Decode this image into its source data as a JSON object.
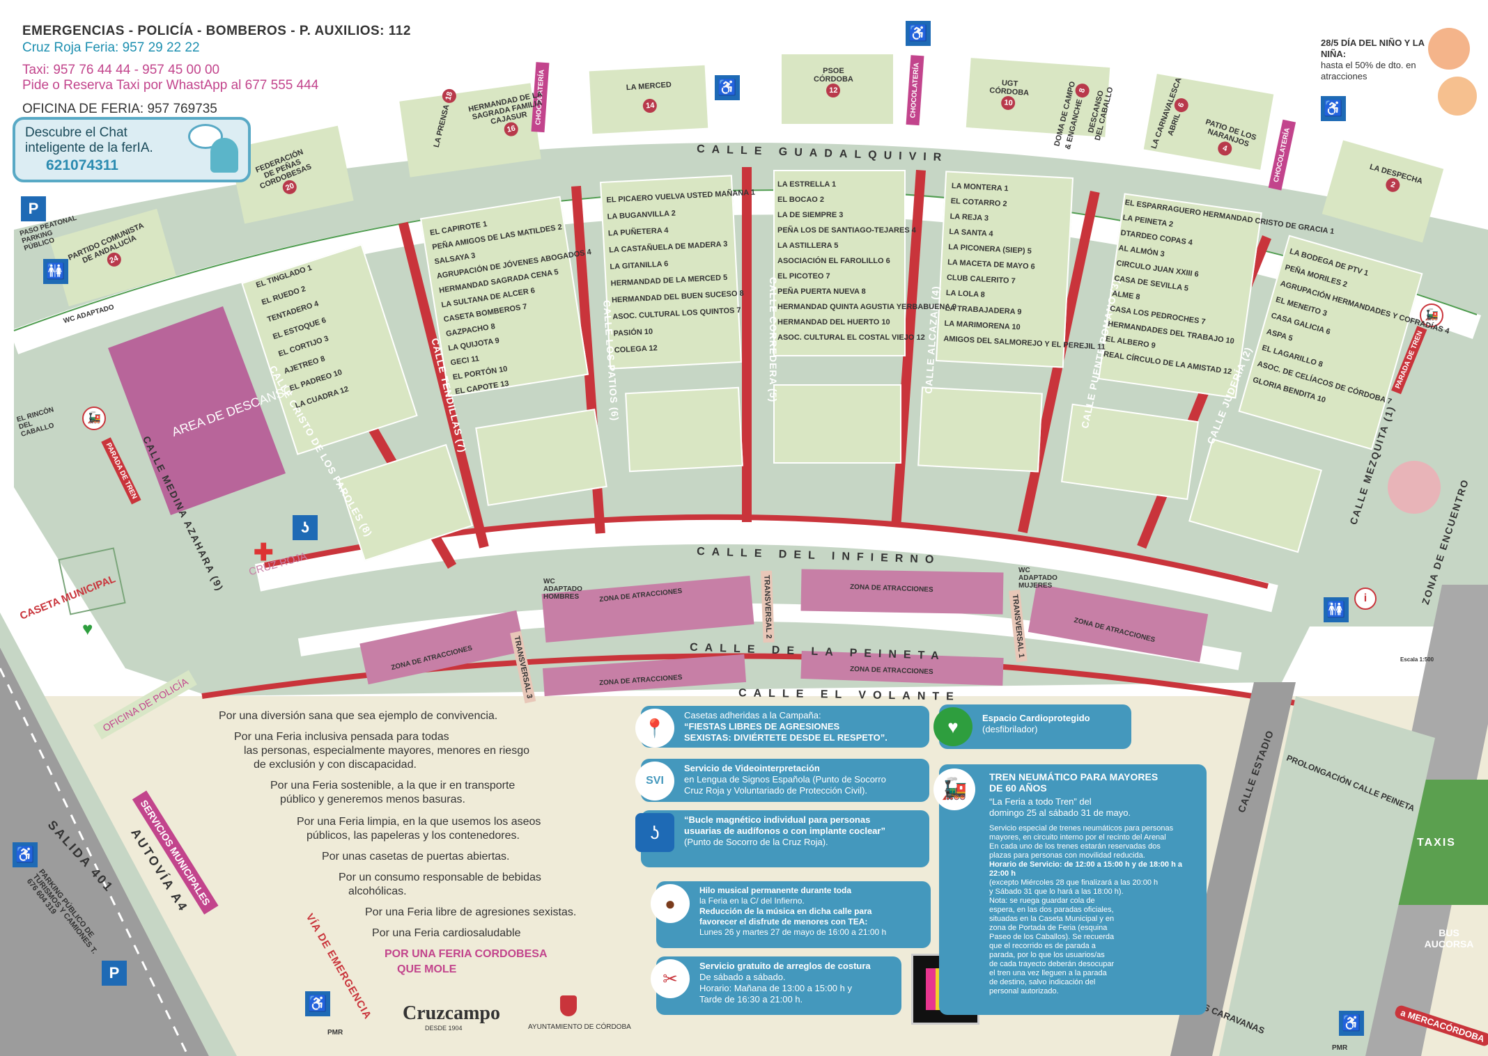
{
  "header": {
    "emergencies": "EMERGENCIAS - POLICÍA - BOMBEROS - P. AUXILIOS:  112",
    "cruz_roja": "Cruz Roja Feria:  957 29 22 22",
    "taxi": "Taxi:  957 76 44 44 - 957 45 00 00",
    "taxi_whatsapp": "Pide o Reserva Taxi por WhastApp al 677 555 444",
    "oficina": "OFICINA DE FERIA: 957 769735",
    "chat_line1": "Descubre el Chat",
    "chat_line2": "inteligente de la ferIA.",
    "chat_number": "621074311"
  },
  "promo": {
    "title": "28/5 DÍA DEL NIÑO Y LA NIÑA:",
    "text": "hasta el 50% de dto. en atracciones"
  },
  "streets": {
    "guadalquivir": "CALLE GUADALQUIVIR",
    "infierno": "CALLE DEL INFIERNO",
    "peineta": "CALLE DE LA PEINETA",
    "volante": "CALLE EL VOLANTE",
    "cristo": "CALLE CRISTO DE LOS FAROLES (8)",
    "tendillas": "CALLE TENDILLAS (7)",
    "patios": "CALLE LOS PATIOS (6)",
    "corredera": "CALLE CORREDERA (5)",
    "alcazar": "CALLE ALCAZAR (4)",
    "puente": "CALLE PUENTE ROMANO (3)",
    "juderia": "CALLE JUDERÍA (2)",
    "mezquita": "CALLE MEZQUITA (1)",
    "medina": "CALLE MEDINA AZAHARA (9)",
    "encuentro": "ZONA DE ENCUENTRO",
    "estadio": "CALLE ESTADIO",
    "prolongacion": "PROLONGACIÓN CALLE PEINETA",
    "transversal1": "TRANSVERSAL 1",
    "transversal2": "TRANSVERSAL 2",
    "transversal3": "TRANSVERSAL 3",
    "via_emergencia": "VÍA DE EMERGENCIA",
    "salida": "SALIDA 401",
    "autovia": "AUTOVÍA A4"
  },
  "areas": {
    "descanso": "AREA DE DESCANSO",
    "cruz_roja": "CRUZ ROJA",
    "caseta_municipal": "CASETA MUNICIPAL",
    "oficina_policia": "OFICINA DE POLICÍA",
    "servicios": "SERVICIOS MUNICIPALES",
    "atracciones": "ZONA DE ATRACCIONES",
    "taxis": "TAXIS",
    "bus": "BUS AUCORSA",
    "aparcamientos": "APARCAMIENTOS CARAVANAS FERIANTES",
    "parking_peatonal": "PASO PEATONAL PARKING PÚBLICO",
    "parking_camiones": "PARKING PÚBLICO DE TURISMOS Y CAMIONES T. 676 604 319",
    "wc_adaptado": "WC ADAPTADO",
    "wc_hombres": "WC ADAPTADO HOMBRES",
    "wc_mujeres": "WC ADAPTADO MUJERES",
    "rincon": "EL RINCÓN DEL CABALLO",
    "parada_tren": "PARADA DE TREN",
    "chocolateria": "CHOCOLATERÍA",
    "pmr": "PMR",
    "mercacordoba": "a MERCACÓRDOBA",
    "escala": "Escala 1:500"
  },
  "casetas_top": [
    {
      "name": "PARTIDO COMUNISTA DE ANDALUCÍA",
      "num": "24"
    },
    {
      "name": "FEDERACIÓN DE PEÑAS CORDOBESAS",
      "num": "20"
    },
    {
      "name": "LA PRENSA",
      "num": "18"
    },
    {
      "name": "HERMANDAD DE LA SAGRADA FAMILIA CAJASUR",
      "num": "16"
    },
    {
      "name": "LA MERCED",
      "num": "14"
    },
    {
      "name": "PSOE CÓRDOBA",
      "num": "12"
    },
    {
      "name": "UGT CÓRDOBA",
      "num": "10"
    },
    {
      "name": "DOMA DE CAMPO & ENGANCHE",
      "num": "8"
    },
    {
      "name": "DESCANSO DEL CABALLO",
      "num": ""
    },
    {
      "name": "LA CARNAVALESCA ABRIL",
      "num": "6"
    },
    {
      "name": "PATIO DE LOS NARANJOS",
      "num": "4"
    },
    {
      "name": "LA DESPECHA",
      "num": "2"
    }
  ],
  "blocks": {
    "b8": [
      "EL TINGLADO 1",
      "EL RUEDO 2",
      "TENTADERO 4",
      "EL ESTOQUE 6",
      "EL CORTIJO 3",
      "AJETREO 8",
      "EL PADREO 10",
      "LA CUADRA 12"
    ],
    "b7": [
      "EL CAPIROTE 1",
      "PEÑA AMIGOS DE LAS MATILDES 2",
      "SALSAYA 3",
      "AGRUPACIÓN DE JÓVENES ABOGADOS 4",
      "HERMANDAD SAGRADA CENA 5",
      "LA SULTANA DE ALCER 6",
      "CASETA BOMBEROS 7",
      "GAZPACHO 8",
      "LA QUIJOTA 9",
      "GECI 11",
      "EL PORTÓN 10",
      "EL CAPOTE 13"
    ],
    "b6": [
      "EL PICAERO VUELVA USTED MAÑANA 1",
      "LA BUGANVILLA 2",
      "LA PUÑETERA 4",
      "LA CASTAÑUELA DE MADERA 3",
      "LA GITANILLA 6",
      "HERMANDAD DE LA MERCED 5",
      "HERMANDAD DEL BUEN SUCESO 8",
      "ASOC. CULTURAL LOS QUINTOS 7",
      "PASIÓN 10",
      "COLEGA 12"
    ],
    "b5": [
      "LA ESTRELLA 1",
      "EL BOCAO 2",
      "LA DE SIEMPRE 3",
      "PEÑA LOS DE SANTIAGO-TEJARES 4",
      "LA ASTILLERA 5",
      "ASOCIACIÓN EL FAROLILLO 6",
      "EL PICOTEO 7",
      "PEÑA PUERTA NUEVA 8",
      "HERMANDAD QUINTA AGUSTIA YERBABUENA 9",
      "HERMANDAD DEL HUERTO 10",
      "ASOC. CULTURAL EL COSTAL VIEJO 12"
    ],
    "b4": [
      "LA MONTERA 1",
      "EL COTARRO 2",
      "LA REJA 3",
      "LA SANTA 4",
      "LA PICONERA (SIEP) 5",
      "LA MACETA DE MAYO 6",
      "CLUB CALERITO 7",
      "LA LOLA 8",
      "LA TRABAJADERA 9",
      "LA MARIMORENA 10",
      "AMIGOS DEL SALMOREJO Y EL PEREJIL 11"
    ],
    "b3": [
      "EL ESPARRAGUERO HERMANDAD CRISTO DE GRACIA 1",
      "LA PEINETA 2",
      "DTARDEO COPAS 4",
      "AL ALMÓN 3",
      "CIRCULO JUAN XXIII 6",
      "CASA DE SEVILLA 5",
      "ALME 8",
      "CASA LOS PEDROCHES 7",
      "HERMANDADES DEL TRABAJO 10",
      "EL ALBERO 9",
      "REAL CÍRCULO DE LA AMISTAD 12"
    ],
    "b2": [
      "LA BODEGA DE PTV 1",
      "PEÑA MORILES 2",
      "AGRUPACIÓN HERMANDADES Y COFRADÍAS 4",
      "EL MENEITO 3",
      "CASA GALICIA 6",
      "ASPA 5",
      "EL LAGARILLO 8",
      "ASOC. DE CELÍACOS DE CÓRDOBA 7",
      "GLORIA BENDITA 10"
    ]
  },
  "values": [
    "Por una diversión sana que sea ejemplo de convivencia.",
    "Por una Feria inclusiva pensada para todas",
    "las personas, especialmente mayores, menores en riesgo",
    "de exclusión y con discapacidad.",
    "Por una Feria sostenible, a la que ir en transporte",
    "público y generemos menos basuras.",
    "Por una Feria limpia, en la que usemos los aseos",
    "públicos, las papeleras y los contenedores.",
    "Por unas casetas de puertas abiertas.",
    "Por un consumo responsable de bebidas",
    "alcohólicas.",
    "Por una Feria libre de agresiones sexistas.",
    "Por una Feria cardiosaludable",
    "POR UNA FERIA CORDOBESA",
    "QUE MOLE"
  ],
  "logos": {
    "cruzcampo": "Cruzcampo",
    "cruzcampo_sub": "DESDE 1904",
    "ayuntamiento": "AYUNTAMIENTO DE CÓRDOBA"
  },
  "legend": {
    "campana_a": "Casetas adheridas a la Campaña:",
    "campana_b": "“FIESTAS LIBRES DE AGRESIONES",
    "campana_c": "SEXISTAS: DIVIÉRTETE DESDE EL RESPETO”.",
    "video_title": "Servicio de Videointerpretación",
    "video_a": "en Lengua de Signos Española (Punto de Socorro",
    "video_b": "Cruz Roja y Voluntariado de Protección Civil).",
    "bucle_a": "“Bucle magnético individual para personas",
    "bucle_b": "usuarias de audífonos o con implante coclear”",
    "bucle_c": "(Punto de Socorro de la Cruz Roja).",
    "hilo_title": "Hilo musical permanente durante toda",
    "hilo_a": "la Feria en la C/ del Infierno.",
    "hilo_b": "Reducción de la música en dicha calle para",
    "hilo_c": "favorecer el disfrute de menores con TEA:",
    "hilo_d": "Lunes 26 y martes 27 de mayo de 16:00 a 21:00 h",
    "costura_title": "Servicio gratuito de arreglos de costura",
    "costura_a": "De sábado a sábado.",
    "costura_b": "Horario: Mañana de 13:00 a 15:00 h y",
    "costura_c": "Tarde de 16:30 a 21:00 h.",
    "cardio_title": "Espacio Cardioprotegido",
    "cardio_sub": "(desfibrilador)",
    "tren_title_a": "TREN NEUMÁTICO PARA MAYORES",
    "tren_title_b": "DE 60 AÑOS",
    "tren_sub_a": "“La Feria a todo Tren” del",
    "tren_sub_b": "domingo 25 al sábado 31 de mayo.",
    "tren_body": [
      "Servicio especial de trenes neumáticos para personas",
      "mayores, en circuito interno por el recinto del Arenal",
      "En cada uno de los trenes estarán reservadas dos",
      "plazas para personas con movilidad reducida.",
      "Horario de Servicio: de 12:00 a 15:00 h y de 18:00 h a 22:00 h",
      "(excepto Miércoles 28 que finalizará a las 20:00 h",
      "y Sábado 31 que lo hará a las 18:00 h).",
      "Nota: se ruega guardar cola de",
      "espera, en las dos paradas oficiales,",
      "situadas en la Caseta Municipal y en",
      "zona de Portada de Feria (esquina",
      "Paseo de los Caballos). Se recuerda",
      "que el recorrido es de parada a",
      "parada, por lo que los usuarios/as",
      "de cada trayecto deberán desocupar",
      "el tren una vez lleguen a la parada",
      "de destino, salvo indicación del",
      "personal autorizado."
    ]
  },
  "colors": {
    "caseta_fill": "#d9e6c3",
    "ground": "#c6d6c5",
    "street_red": "#c9343b",
    "attraction": "#c77fa6",
    "legend_blue": "#4498bd",
    "pink": "#c2448c"
  }
}
